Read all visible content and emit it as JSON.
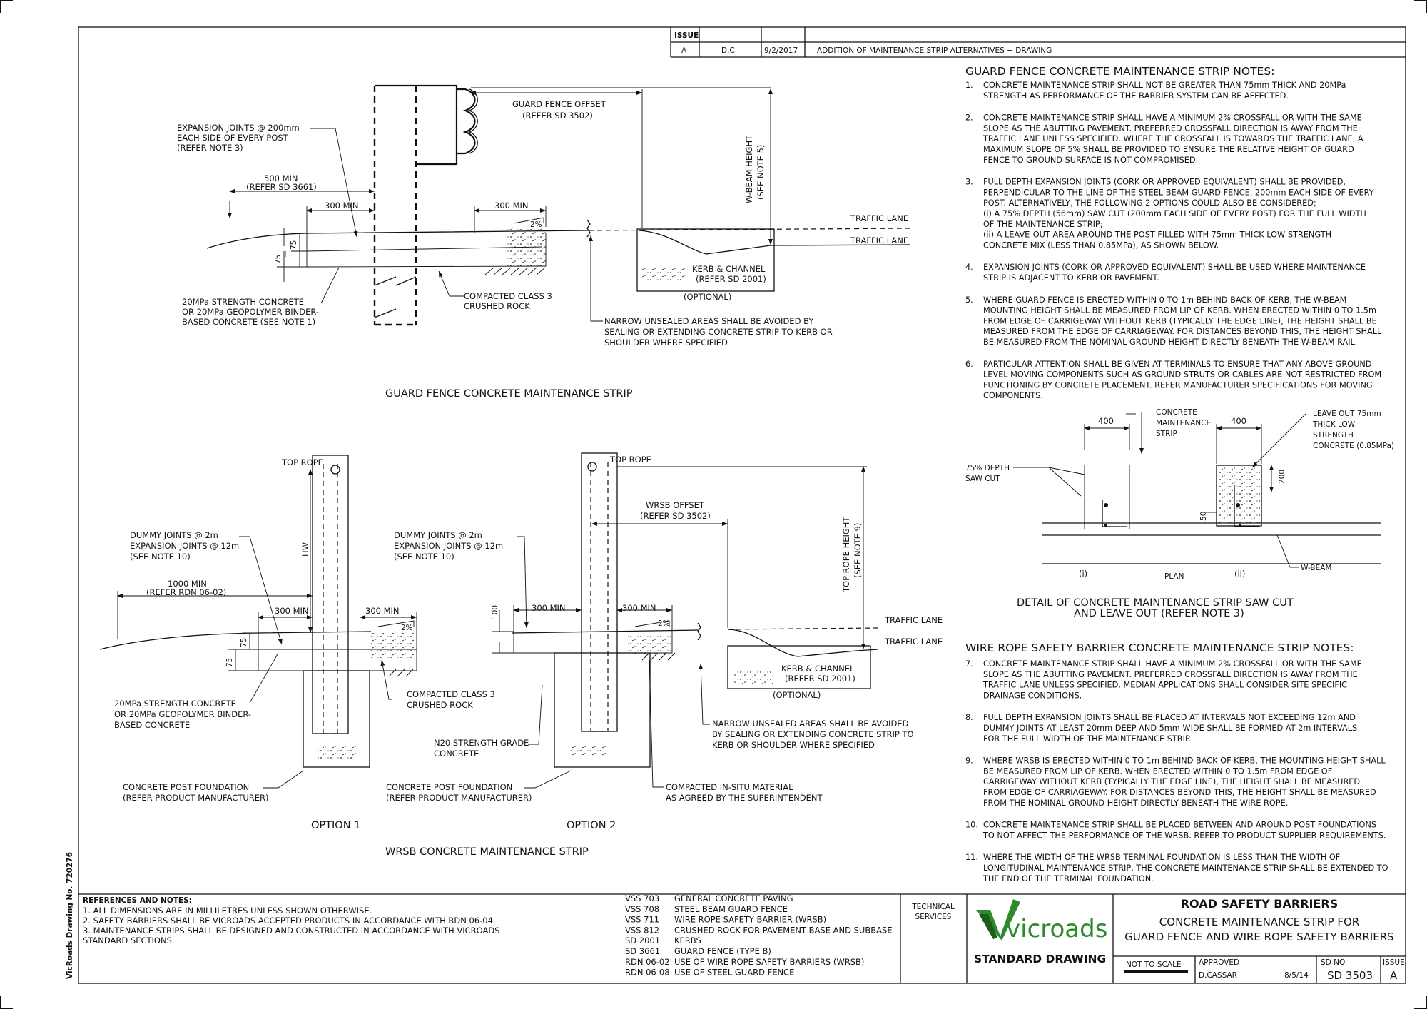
{
  "issue_table": {
    "header": "ISSUE",
    "issue": "A",
    "by": "D.C",
    "date": "9/2/2017",
    "description": "ADDITION OF MAINTENANCE STRIP ALTERNATIVES + DRAWING"
  },
  "side_label": "VicRoads Drawing No. 720276",
  "gf_section": {
    "title": "GUARD FENCE CONCRETE MAINTENANCE STRIP",
    "exp_joints": [
      "EXPANSION JOINTS @ 200mm",
      "EACH SIDE OF EVERY POST",
      "(REFER NOTE 3)"
    ],
    "min500": [
      "500 MIN",
      "(REFER SD 3661)"
    ],
    "min300a": "300 MIN",
    "min300b": "300 MIN",
    "slope": "2%",
    "dim75a": "75",
    "dim75b": "75",
    "offset": [
      "GUARD FENCE OFFSET",
      "(REFER SD 3502)"
    ],
    "wbeam_height": [
      "W-BEAM HEIGHT",
      "(SEE NOTE 5)"
    ],
    "traffic_lane_1": "TRAFFIC LANE",
    "traffic_lane_2": "TRAFFIC LANE",
    "kerb": [
      "KERB & CHANNEL",
      "(REFER SD 2001)"
    ],
    "optional": "(OPTIONAL)",
    "concrete": [
      "20MPa STRENGTH CONCRETE",
      "OR 20MPa GEOPOLYMER BINDER-",
      "BASED CONCRETE (SEE NOTE 1)"
    ],
    "rock": [
      "COMPACTED CLASS 3",
      "CRUSHED ROCK"
    ],
    "narrow": [
      "NARROW UNSEALED AREAS SHALL BE AVOIDED BY",
      "SEALING OR EXTENDING CONCRETE STRIP TO KERB OR",
      "SHOULDER WHERE SPECIFIED"
    ]
  },
  "wrsb_section": {
    "title": "WRSB CONCRETE MAINTENANCE STRIP",
    "option1": "OPTION 1",
    "option2": "OPTION 2",
    "top_rope_1": "TOP ROPE",
    "top_rope_2": "TOP ROPE",
    "hw": "HW",
    "joints_1": [
      "DUMMY JOINTS @ 2m",
      "EXPANSION JOINTS @ 12m",
      "(SEE NOTE 10)"
    ],
    "joints_2": [
      "DUMMY JOINTS @ 2m",
      "EXPANSION JOINTS @ 12m",
      "(SEE NOTE 10)"
    ],
    "min1000": [
      "1000 MIN",
      "(REFER RDN 06-02)"
    ],
    "o1_300a": "300 MIN",
    "o1_300b": "300 MIN",
    "o2_300a": "300 MIN",
    "o2_300b": "300 MIN",
    "slope1": "2%",
    "slope2": "2%",
    "d75a": "75",
    "d75b": "75",
    "d100": "100",
    "offset": [
      "WRSB OFFSET",
      "(REFER SD 3502)"
    ],
    "rope_height": [
      "TOP ROPE HEIGHT",
      "(SEE NOTE 9)"
    ],
    "traffic_lane_1": "TRAFFIC LANE",
    "traffic_lane_2": "TRAFFIC LANE",
    "kerb": [
      "KERB & CHANNEL",
      "(REFER SD 2001)"
    ],
    "optional": "(OPTIONAL)",
    "concrete": [
      "20MPa STRENGTH CONCRETE",
      "OR 20MPa GEOPOLYMER BINDER-",
      "BASED CONCRETE"
    ],
    "rock": [
      "COMPACTED CLASS 3",
      "CRUSHED ROCK"
    ],
    "n20": [
      "N20 STRENGTH GRADE",
      "CONCRETE"
    ],
    "foundation_1": [
      "CONCRETE POST FOUNDATION",
      "(REFER PRODUCT MANUFACTURER)"
    ],
    "foundation_2": [
      "CONCRETE POST FOUNDATION",
      "(REFER PRODUCT MANUFACTURER)"
    ],
    "narrow": [
      "NARROW UNSEALED AREAS SHALL BE AVOIDED",
      "BY SEALING OR EXTENDING CONCRETE STRIP TO",
      "KERB OR SHOULDER WHERE SPECIFIED"
    ],
    "insitu": [
      "COMPACTED IN-SITU MATERIAL",
      "AS AGREED BY THE SUPERINTENDENT"
    ]
  },
  "gf_notes": {
    "heading": "GUARD FENCE CONCRETE MAINTENANCE STRIP NOTES:",
    "items": [
      {
        "num": "1.",
        "lines": [
          "CONCRETE MAINTENANCE STRIP SHALL NOT BE GREATER THAN 75mm THICK AND 20MPa",
          "STRENGTH AS PERFORMANCE OF THE BARRIER SYSTEM CAN BE AFFECTED."
        ]
      },
      {
        "num": "2.",
        "lines": [
          "CONCRETE MAINTENANCE STRIP SHALL HAVE A MINIMUM 2% CROSSFALL OR WITH THE SAME",
          "SLOPE AS THE ABUTTING PAVEMENT. PREFERRED CROSSFALL DIRECTION IS AWAY FROM THE",
          "TRAFFIC LANE UNLESS SPECIFIED. WHERE THE CROSSFALL IS TOWARDS THE TRAFFIC LANE, A",
          "MAXIMUM SLOPE OF 5%  SHALL BE PROVIDED TO ENSURE THE RELATIVE HEIGHT OF GUARD",
          "FENCE TO GROUND SURFACE IS NOT COMPROMISED."
        ]
      },
      {
        "num": "3.",
        "lines": [
          "FULL DEPTH EXPANSION JOINTS (CORK OR APPROVED EQUIVALENT) SHALL BE PROVIDED,",
          "PERPENDICULAR TO THE LINE OF THE STEEL BEAM GUARD FENCE, 200mm EACH SIDE OF EVERY",
          "POST. ALTERNATIVELY, THE FOLLOWING 2 OPTIONS COULD ALSO BE CONSIDERED;",
          "(i) A 75%  DEPTH (56mm) SAW  CUT (200mm EACH SIDE OF EVERY POST) FOR THE FULL WIDTH",
          "OF THE MAINTENANCE STRIP;",
          "(ii) A LEAVE-OUT AREA AROUND THE POST FILLED WITH 75mm THICK LOW  STRENGTH",
          "CONCRETE MIX (LESS THAN 0.85MPa), AS SHOWN BELOW."
        ]
      },
      {
        "num": "4.",
        "lines": [
          "EXPANSION JOINTS (CORK OR APPROVED EQUIVALENT) SHALL BE USED WHERE MAINTENANCE",
          "STRIP IS ADJACENT TO KERB OR PAVEMENT."
        ]
      },
      {
        "num": "5.",
        "lines": [
          "WHERE GUARD FENCE IS ERECTED WITHIN 0 TO 1m BEHIND BACK OF KERB, THE W-BEAM",
          "MOUNTING HEIGHT SHALL BE MEASURED FROM LIP OF KERB. WHEN ERECTED WITHIN 0 TO 1.5m",
          "FROM EDGE OF CARRIGEWAY WITHOUT KERB (TYPICALLY THE EDGE LINE), THE HEIGHT SHALL BE",
          "MEASURED FROM THE EDGE OF CARRIAGEWAY. FOR DISTANCES BEYOND THIS, THE HEIGHT SHALL",
          "BE MEASURED FROM THE NOMINAL GROUND HEIGHT DIRECTLY BENEATH THE W-BEAM RAIL."
        ]
      },
      {
        "num": "6.",
        "lines": [
          "PARTICULAR ATTENTION SHALL BE GIVEN AT TERMINALS TO ENSURE THAT ANY ABOVE GROUND",
          "LEVEL MOVING COMPONENTS SUCH AS GROUND STRUTS OR CABLES ARE NOT RESTRICTED FROM",
          "FUNCTIONING BY CONCRETE PLACEMENT. REFER MANUFACTURER SPECIFICATIONS FOR MOVING",
          "COMPONENTS."
        ]
      }
    ]
  },
  "detail": {
    "dim400a": "400",
    "dim400b": "400",
    "strip": [
      "CONCRETE",
      "MAINTENANCE",
      "STRIP"
    ],
    "leaveout": [
      "LEAVE OUT 75mm",
      "THICK LOW",
      "STRENGTH",
      "CONCRETE (0.85MPa)"
    ],
    "sawcut": [
      "75% DEPTH",
      "SAW CUT"
    ],
    "dim200": "200",
    "dim50": "50",
    "label_i": "(i)",
    "label_ii": "(ii)",
    "plan": "PLAN",
    "wbeam": "W-BEAM",
    "title": [
      "DETAIL OF CONCRETE  MAINTENANCE STRIP SAW  CUT",
      "AND  LEAVE OUT (REFER NOTE 3)"
    ]
  },
  "wrsb_notes": {
    "heading": "WIRE ROPE SAFETY BARRIER CONCRETE MAINTENANCE STRIP NOTES:",
    "items": [
      {
        "num": "7.",
        "lines": [
          "CONCRETE MAINTENANCE STRIP SHALL HAVE A MINIMUM 2% CROSSFALL OR WITH THE SAME",
          "SLOPE AS THE ABUTTING PAVEMENT. PREFERRED CROSSFALL DIRECTION IS AWAY FROM THE",
          "TRAFFIC LANE UNLESS SPECIFIED. MEDIAN APPLICATIONS SHALL CONSIDER SITE SPECIFIC",
          "DRAINAGE CONDITIONS."
        ]
      },
      {
        "num": "8.",
        "lines": [
          "FULL DEPTH EXPANSION JOINTS SHALL BE PLACED AT INTERVALS NOT EXCEEDING 12m AND",
          "DUMMY JOINTS AT LEAST 20mm DEEP AND 5mm WIDE SHALL BE FORMED AT 2m INTERVALS",
          "FOR THE FULL WIDTH OF THE MAINTENANCE STRIP."
        ]
      },
      {
        "num": "9.",
        "lines": [
          "WHERE WRSB IS ERECTED WITHIN 0 TO 1m BEHIND BACK OF KERB, THE MOUNTING HEIGHT SHALL",
          "BE MEASURED FROM LIP OF KERB. WHEN ERECTED WITHIN 0 TO 1.5m FROM EDGE OF",
          "CARRIGEWAY WITHOUT KERB (TYPICALLY THE EDGE LINE), THE HEIGHT SHALL BE MEASURED",
          "FROM EDGE OF CARRIAGEWAY. FOR DISTANCES BEYOND THIS, THE HEIGHT SHALL BE MEASURED",
          "FROM THE NOMINAL GROUND HEIGHT DIRECTLY BENEATH THE WIRE ROPE."
        ]
      },
      {
        "num": "10.",
        "lines": [
          "CONCRETE MAINTENANCE STRIP SHALL BE PLACED BETWEEN AND AROUND POST FOUNDATIONS",
          "TO NOT AFFECT THE PERFORMANCE OF THE WRSB. REFER TO PRODUCT SUPPLIER REQUIREMENTS."
        ]
      },
      {
        "num": "11.",
        "lines": [
          "WHERE THE WIDTH OF THE WRSB TERMINAL FOUNDATION IS LESS THAN THE WIDTH OF",
          "LONGITUDINAL MAINTENANCE STRIP, THE CONCRETE MAINTENANCE STRIP SHALL BE EXTENDED TO",
          "THE END OF THE TERMINAL FOUNDATION."
        ]
      }
    ]
  },
  "title_block": {
    "refs_heading": "REFERENCES AND NOTES:",
    "refs": [
      "1.  ALL DIMENSIONS ARE IN MILLILETRES UNLESS SHOWN OTHERWISE.",
      "2.  SAFETY BARRIERS SHALL BE VICROADS ACCEPTED PRODUCTS IN ACCORDANCE WITH RDN 06-04.",
      "3.  MAINTENANCE STRIPS SHALL BE DESIGNED AND CONSTRUCTED IN ACCORDANCE WITH VICROADS",
      "     STANDARD SECTIONS."
    ],
    "standards": [
      {
        "code": "VSS  703",
        "desc": "GENERAL CONCRETE PAVING"
      },
      {
        "code": "VSS  708",
        "desc": "STEEL BEAM GUARD FENCE"
      },
      {
        "code": "VSS  711",
        "desc": "WIRE ROPE SAFETY BARRIER (WRSB)"
      },
      {
        "code": "VSS  812",
        "desc": "CRUSHED ROCK FOR PAVEMENT BASE AND SUBBASE"
      },
      {
        "code": "SD  2001",
        "desc": "KERBS"
      },
      {
        "code": "SD  3661",
        "desc": "GUARD FENCE (TYPE B)"
      },
      {
        "code": "RDN 06-02",
        "desc": "USE OF WIRE ROPE SAFETY BARRIERS (WRSB)"
      },
      {
        "code": "RDN 06-08",
        "desc": "USE OF STEEL GUARD FENCE"
      }
    ],
    "technical_services": [
      "TECHNICAL",
      "SERVICES"
    ],
    "logo_text": "vicroads",
    "standard_drawing": "STANDARD DRAWING",
    "title_main": "ROAD SAFETY BARRIERS",
    "title_sub": [
      "CONCRETE MAINTENANCE STRIP FOR",
      "GUARD FENCE AND WIRE ROPE SAFETY BARRIERS"
    ],
    "scale": "NOT TO SCALE",
    "approved_label": "APPROVED",
    "approved_by": "D.CASSAR",
    "approved_date": "8/5/14",
    "sd_no_label": "SD NO.",
    "sd_no": "SD 3503",
    "issue_label": "ISSUE",
    "issue": "A",
    "brand_color": "#2e8a2e"
  }
}
